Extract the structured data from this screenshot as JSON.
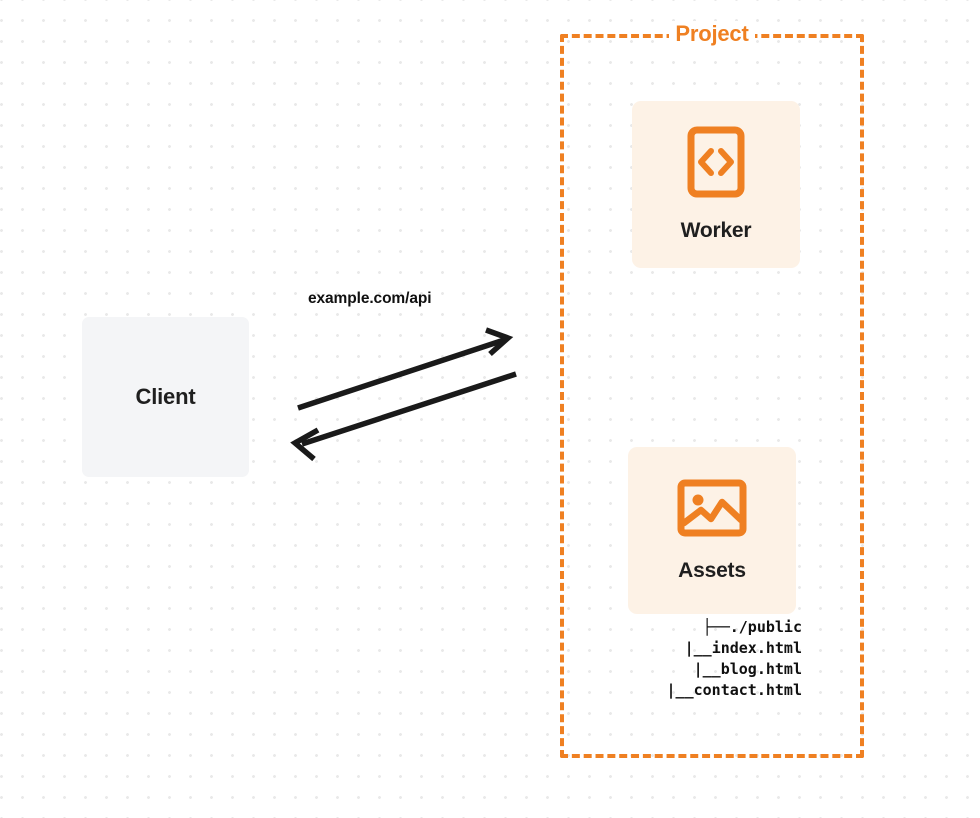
{
  "diagram": {
    "title": "Project",
    "accent_color": "#ef8022",
    "card_bg": "#fdf2e6",
    "client_bg": "#f4f5f7",
    "text_color": "#1f1f1f"
  },
  "client": {
    "label": "Client"
  },
  "connection": {
    "label": "example.com/api",
    "request_direction": "client-to-project",
    "response_direction": "project-to-client"
  },
  "project": {
    "label": "Project",
    "cards": [
      {
        "label": "Worker",
        "icon": "code-brackets-icon"
      },
      {
        "label": "Assets",
        "icon": "image-icon"
      }
    ],
    "file_tree": [
      {
        "branch": "├──",
        "name": "./public"
      },
      {
        "branch": "|__",
        "name": "index.html"
      },
      {
        "branch": "|__",
        "name": "blog.html"
      },
      {
        "branch": "|__",
        "name": "contact.html"
      }
    ]
  }
}
